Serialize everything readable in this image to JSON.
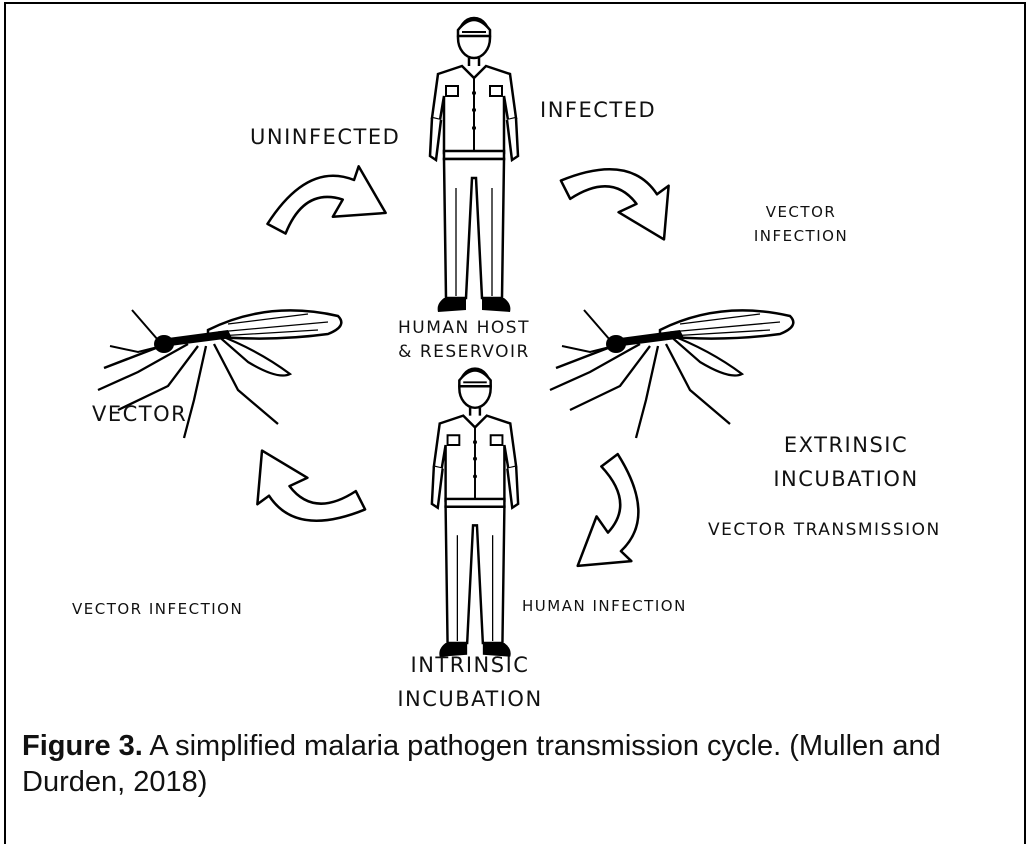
{
  "labels": {
    "uninfected": "UNINFECTED",
    "infected": "INFECTED",
    "vector_infection_top": "VECTOR\nINFECTION",
    "human_host": "HUMAN HOST\n& RESERVOIR",
    "vector": "VECTOR",
    "extrinsic": "EXTRINSIC\nINCUBATION",
    "vector_transmission": "VECTOR TRANSMISSION",
    "vector_infection_bottom": "VECTOR INFECTION",
    "human_infection": "HUMAN INFECTION",
    "intrinsic": "INTRINSIC\nINCUBATION"
  },
  "caption": {
    "figure": "Figure 3.",
    "text": " A simplified malaria pathogen transmission cycle. (Mullen and Durden, 2018)"
  }
}
